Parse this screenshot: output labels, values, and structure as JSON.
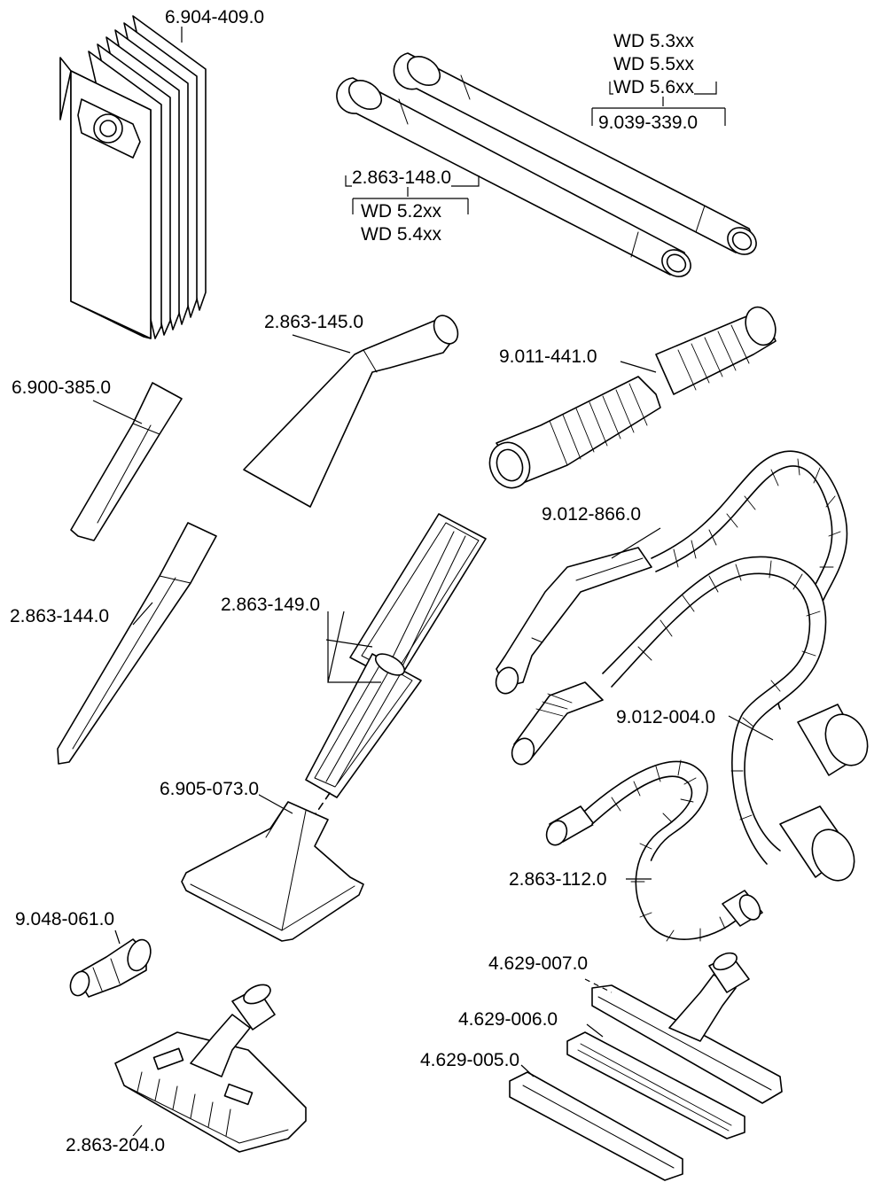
{
  "parts": {
    "bags": "6.904-409.0",
    "tubes_set_a": "9.039-339.0",
    "tubes_set_b": "2.863-148.0",
    "upholstery_nozzle": "2.863-145.0",
    "crevice_short": "6.900-385.0",
    "hose_extension": "9.011-441.0",
    "crevice_long": "2.863-144.0",
    "handle_hose": "9.012-866.0",
    "strip_pads": "2.863-149.0",
    "hose_plain": "9.012-004.0",
    "wide_nozzle": "6.905-073.0",
    "hose_short": "2.863-112.0",
    "adapter": "9.048-061.0",
    "parquet_nozzle": "4.629-007.0",
    "brush_strip": "4.629-006.0",
    "rubber_strip": "4.629-005.0",
    "floor_nozzle": "2.863-204.0"
  },
  "models": {
    "a1": "WD 5.3xx",
    "a2": "WD 5.5xx",
    "a3": "WD 5.6xx",
    "b1": "WD 5.2xx",
    "b2": "WD 5.4xx"
  }
}
